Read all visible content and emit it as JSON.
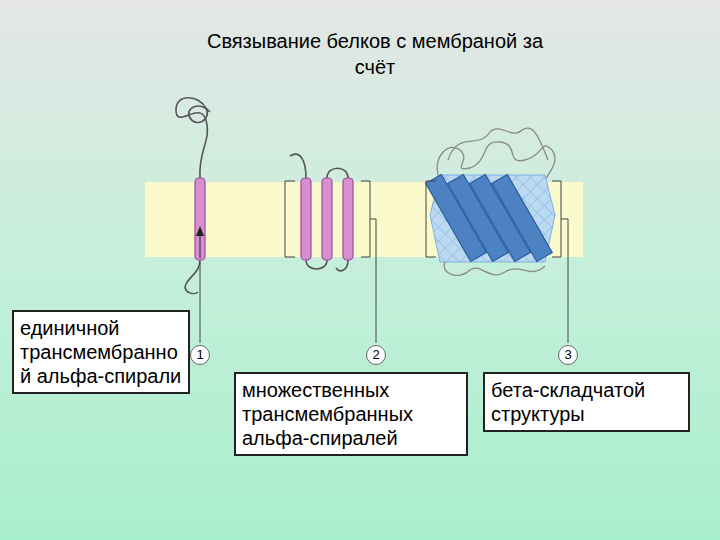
{
  "diagram": {
    "title": "Связывание белков с мембраной за счёт",
    "nodes": [
      {
        "text": [
          "единичной трансмембранной альфа-спирали"
        ]
      },
      {
        "text": [
          "1"
        ]
      },
      {
        "text": [
          "2"
        ]
      },
      {
        "text": [
          "3"
        ]
      },
      {
        "text": [
          "множественных трансмембранных альфа-спиралей"
        ]
      },
      {
        "text": [
          "бета-складчатой структуры"
        ]
      }
    ]
  }
}
